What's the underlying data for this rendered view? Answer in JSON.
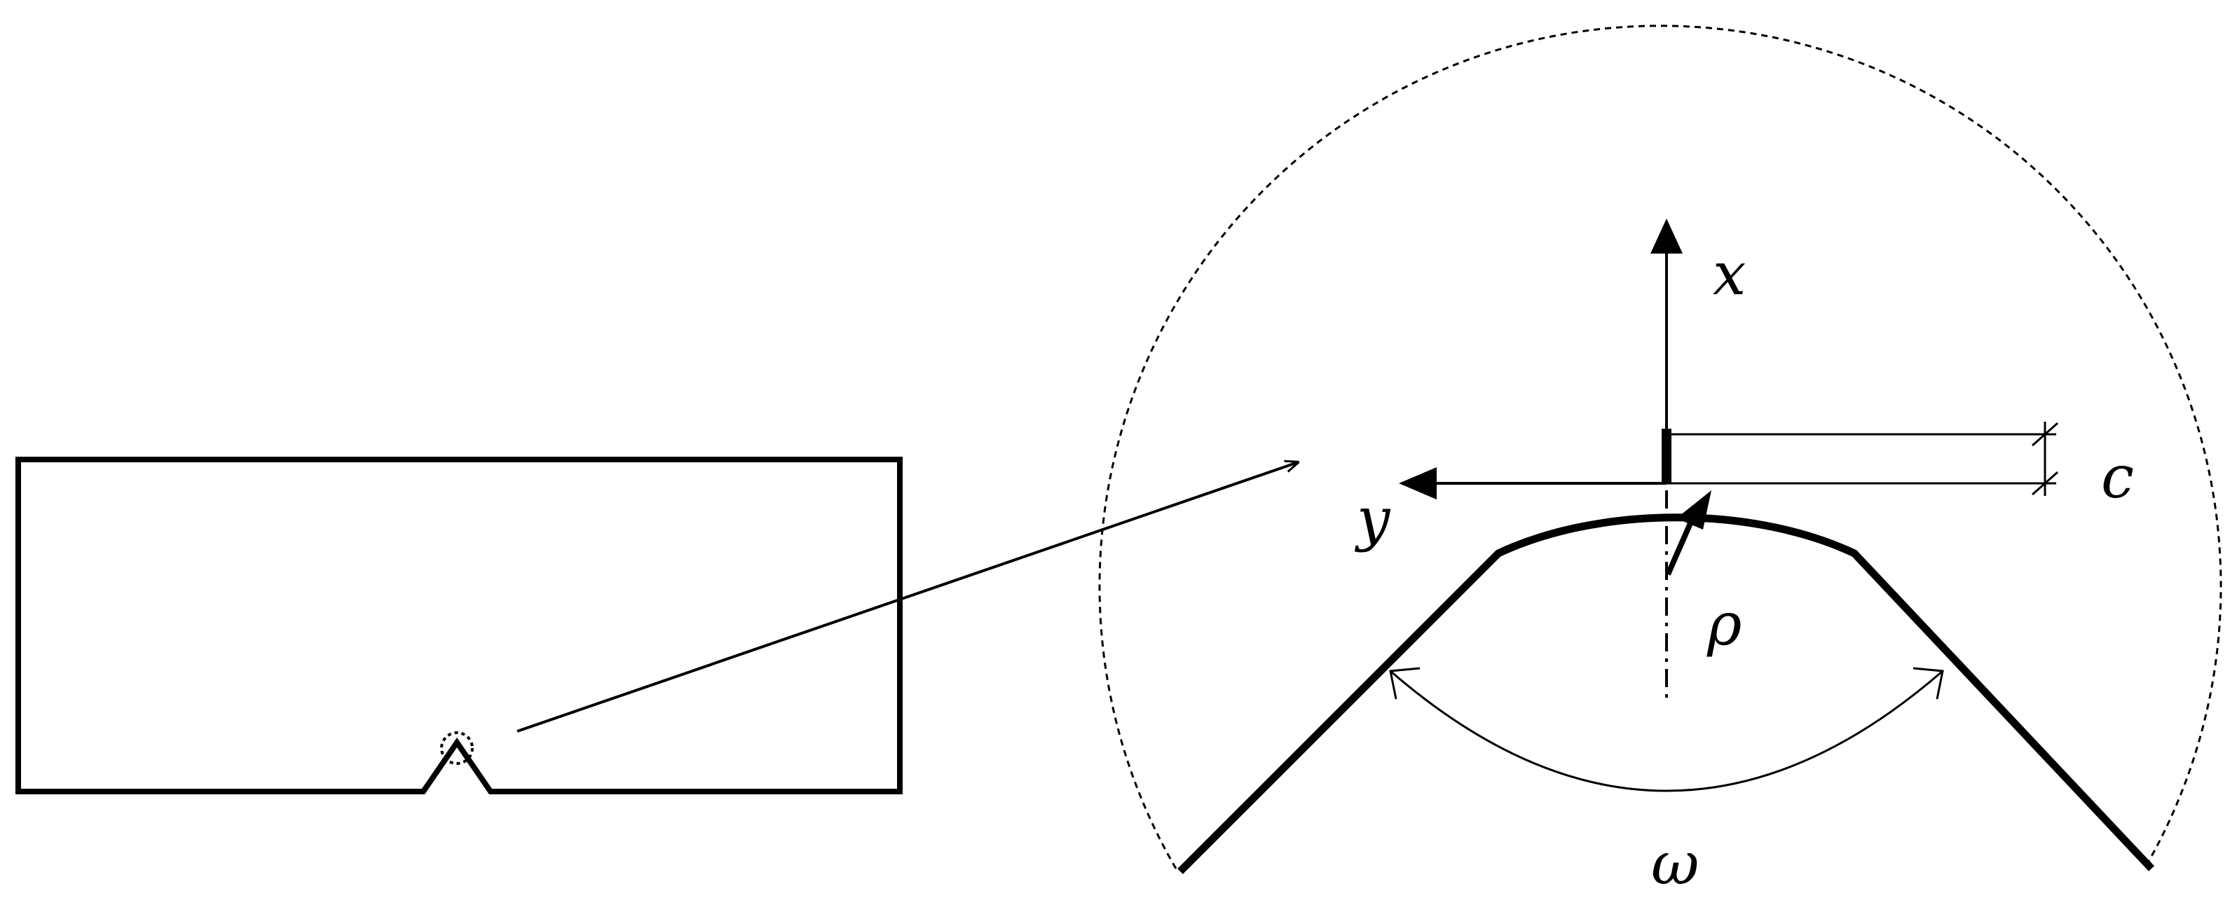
{
  "labels": {
    "x_axis": "x",
    "y_axis": "y",
    "crack_length": "c",
    "notch_radius": "ρ",
    "notch_angle": "ω"
  },
  "colors": {
    "stroke": "#000000",
    "background": "#ffffff"
  }
}
